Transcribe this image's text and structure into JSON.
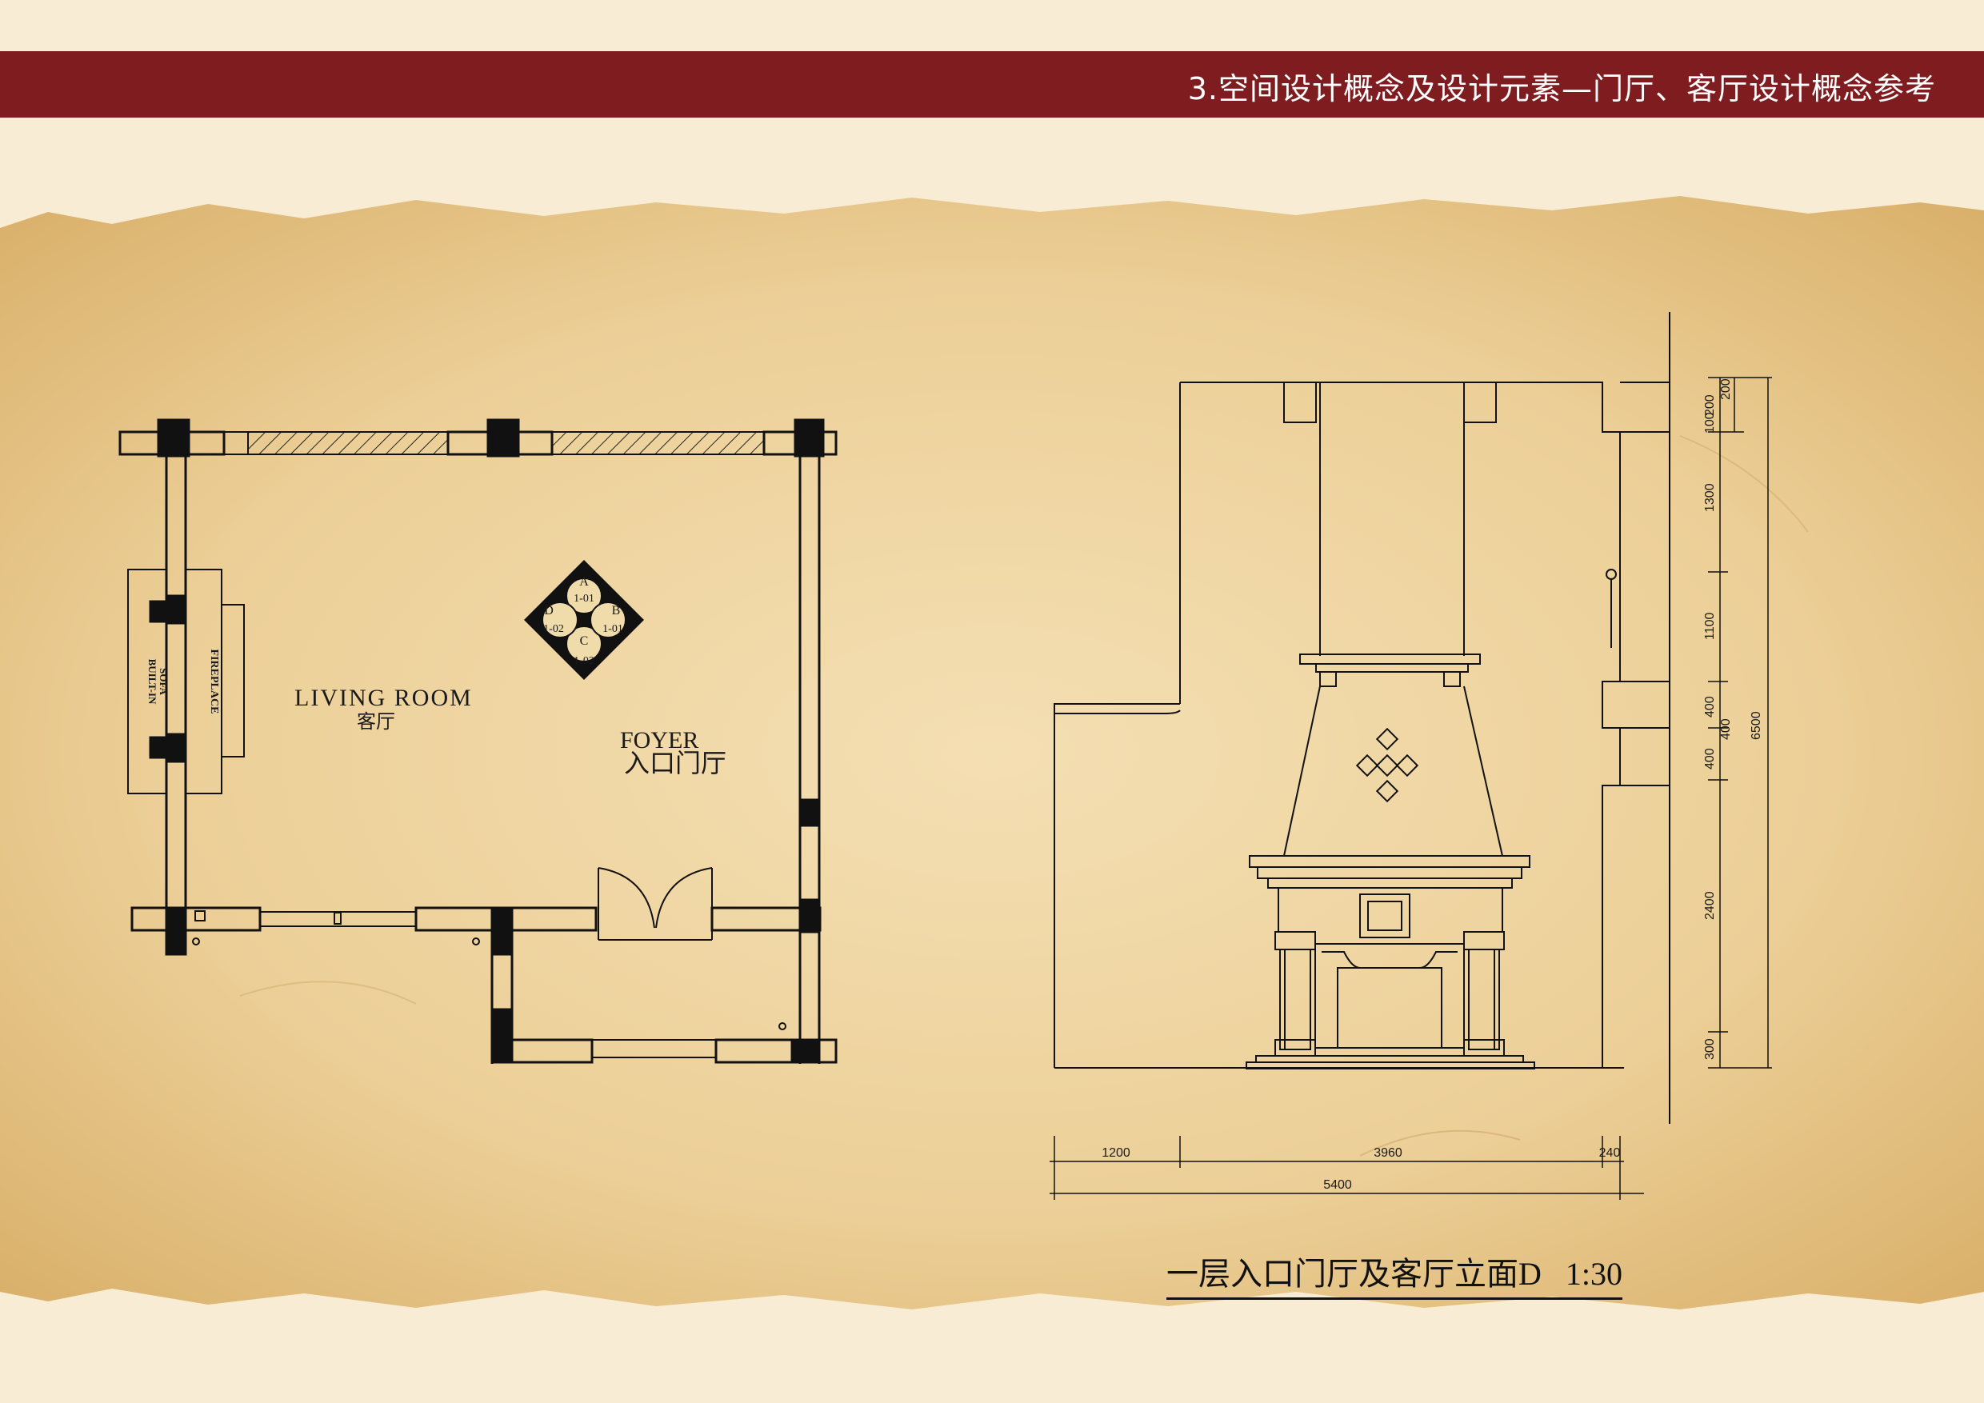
{
  "header": {
    "title": "3.空间设计概念及设计元素—门厅、客厅设计概念参考",
    "bar_color": "#7f1c20"
  },
  "floor_plan": {
    "living_room_label": "LIVING ROOM",
    "living_room_label_cn": "客厅",
    "foyer_label": "FOYER",
    "foyer_label_cn": "入口门厅",
    "fireplace_label": "FIREPLACE",
    "built_in_label": "BUILT-IN",
    "sofa_label": "SOFA",
    "index_marker": {
      "top": "A",
      "top_ref": "1-01",
      "left": "D",
      "left_ref": "1-02",
      "right": "B",
      "right_ref": "1-01",
      "bottom": "C",
      "bottom_ref": "1-02"
    }
  },
  "elevation": {
    "vertical_dims": [
      "200",
      "200",
      "100",
      "1300",
      "1100",
      "400",
      "400",
      "400",
      "2400",
      "300"
    ],
    "total_height": "6500",
    "horizontal_dims": [
      "1200",
      "3960",
      "240"
    ],
    "total_width": "5400"
  },
  "caption": "一层入口门厅及客厅立面D   1:30"
}
